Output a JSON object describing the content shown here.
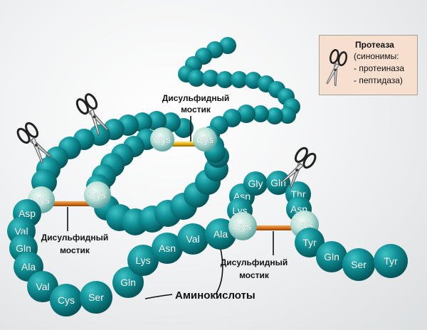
{
  "amino_acid_labels": {
    "asp": "Asp",
    "val_left": "Val",
    "gln_left": "Gln",
    "ala_left": "Ala",
    "val_bottom": "Val",
    "cys_bottom": "Cys",
    "ser_bottom": "Ser",
    "gln_bottom": "Gln",
    "lys_bottom": "Lys",
    "asn_mid": "Asn",
    "val_mid": "Val",
    "ala_mid": "Ala",
    "cys_right_left": "Cys",
    "lys_right": "Lys",
    "asn_right": "Asn",
    "gly": "Gly",
    "gln_top_right": "Gln",
    "thr": "Thr",
    "asn_right2": "Asn",
    "cys_right_right": "Cys",
    "tyr_mid": "Tyr",
    "gln_tail": "Gln",
    "ser_tail": "Ser",
    "tyr_tail": "Tyr",
    "cys_left": "Cys",
    "cys_inner": "Cys",
    "cys_top_left": "Cys",
    "cys_top_right": "Cys"
  },
  "annotations": {
    "disulfide_top_line1": "Дисульфидный",
    "disulfide_top_line2": "мостик",
    "disulfide_left_line1": "Дисульфидный",
    "disulfide_left_line2": "мостик",
    "disulfide_right_line1": "Дисульфидный",
    "disulfide_right_line2": "мостик",
    "amino_acids": "Аминокислоты"
  },
  "legend": {
    "title": "Протеаза",
    "line1": "(синонимы:",
    "line2": "- протеиназа",
    "line3": "- пептидаза)"
  },
  "colors": {
    "bead": "#0f8f95",
    "bead_dark": "#045a5e",
    "cys_light": "#bfe3da",
    "bridge_orange": "#d9731a",
    "bridge_yellow": "#e8b10d",
    "legend_bg": "#f6dfcf"
  },
  "icons": [
    "scissors-icon"
  ]
}
